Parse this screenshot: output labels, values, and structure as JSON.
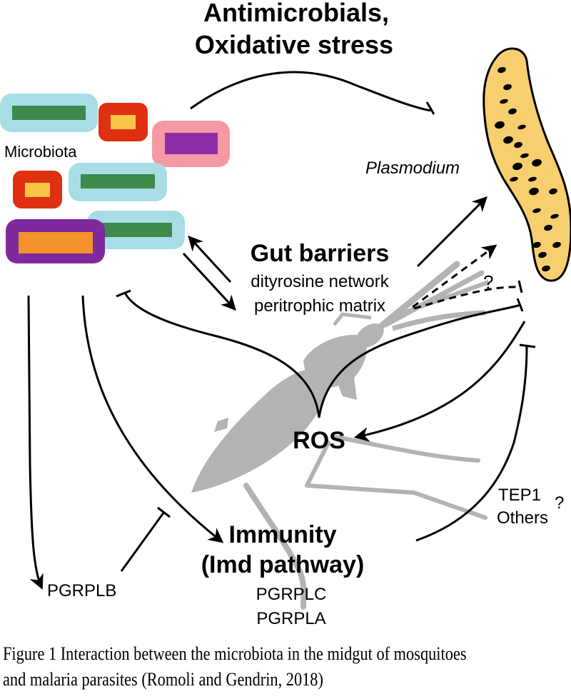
{
  "figure": {
    "labels": {
      "antimicrobials_line1": "Antimicrobials,",
      "antimicrobials_line2": "Oxidative stress",
      "microbiota": "Microbiota",
      "plasmodium": "Plasmodium",
      "gut_barriers": "Gut barriers",
      "dityrosine": "dityrosine network",
      "peritrophic": "peritrophic matrix",
      "question_mark_barrier": "?",
      "ros": "ROS",
      "immunity_line1": "Immunity",
      "immunity_line2": "(Imd pathway)",
      "pgrplc": "PGRPLC",
      "pgrpla": "PGRPLA",
      "pgrplb": "PGRPLB",
      "tep1": "TEP1",
      "others": "Others",
      "question_mark_tep": "?"
    },
    "colors": {
      "cyan_capsule": "#a8dde6",
      "green_core": "#3d8a4a",
      "red_capsule": "#e03012",
      "yellow_core": "#f7c548",
      "pink_capsule": "#f59aa5",
      "purple_core": "#8d2ea8",
      "purple_capsule": "#7e2a9c",
      "orange_core": "#f4922b",
      "plasmodium_fill": "#f8cf6f",
      "mosquito_gray": "#b3b3b3"
    }
  },
  "caption": {
    "line1": "Figure 1 Interaction between the microbiota in the midgut of mosquitoes",
    "line2": "and malaria parasites (Romoli and Gendrin, 2018)"
  }
}
